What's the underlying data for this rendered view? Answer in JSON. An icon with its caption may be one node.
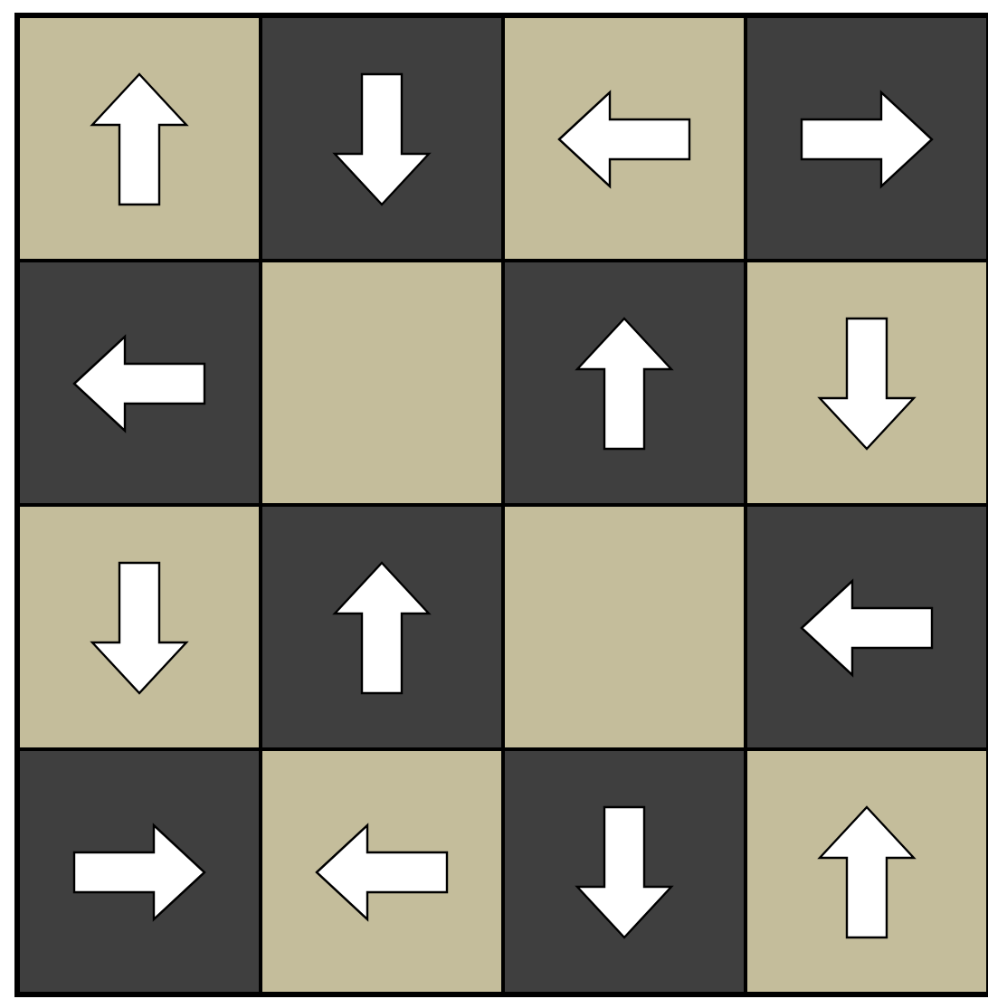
{
  "diagram": {
    "nodes": [
      {
        "text": [],
        "shape": "box"
      },
      {
        "text": [],
        "shape": "box"
      },
      {
        "text": [],
        "shape": "box"
      },
      {
        "text": [],
        "shape": "box"
      },
      {
        "text": [],
        "shape": "box"
      },
      {
        "text": [],
        "shape": "box"
      },
      {
        "text": [],
        "shape": "box"
      },
      {
        "text": [],
        "shape": "box"
      },
      {
        "text": [],
        "shape": "box"
      },
      {
        "text": [],
        "shape": "box"
      },
      {
        "text": [],
        "shape": "box"
      },
      {
        "text": [],
        "shape": "box"
      },
      {
        "text": [],
        "shape": "box"
      },
      {
        "text": [],
        "shape": "box"
      },
      {
        "text": [],
        "shape": "box"
      },
      {
        "text": [],
        "shape": "box"
      }
    ]
  }
}
